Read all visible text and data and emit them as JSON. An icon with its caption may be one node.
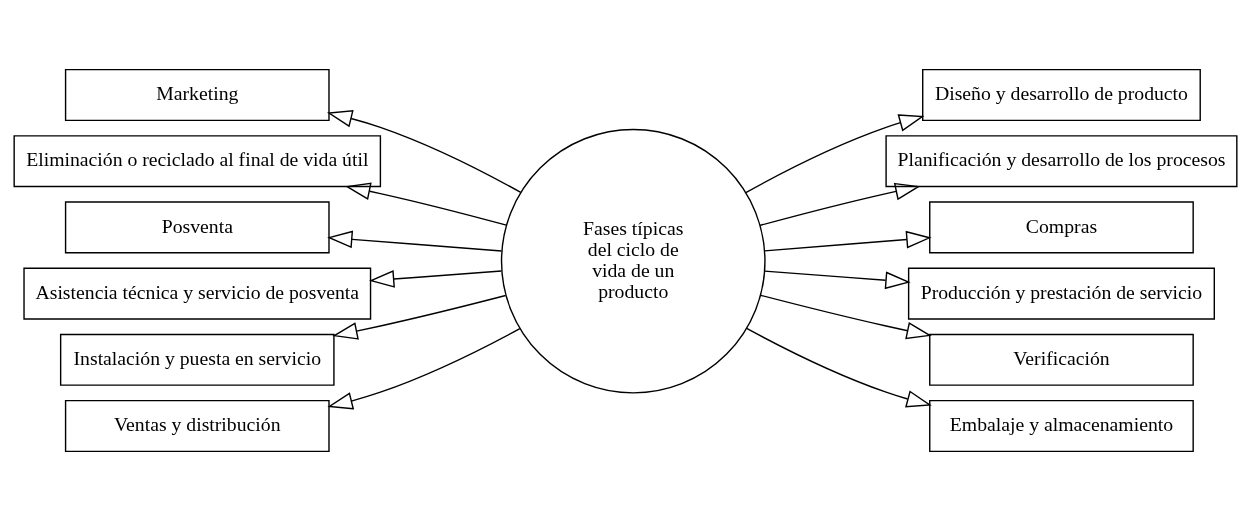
{
  "diagram": {
    "nodes": [
      {
        "text": [
          "Fases típicas del ciclo de vida de un producto"
        ]
      },
      {
        "text": [
          "Marketing"
        ]
      },
      {
        "text": [
          "Eliminación o reciclado al final de vida útil"
        ]
      },
      {
        "text": [
          "Posventa"
        ]
      },
      {
        "text": [
          "Asistencia técnica y servicio de posventa"
        ]
      },
      {
        "text": [
          "Instalación y puesta en servicio"
        ]
      },
      {
        "text": [
          "Ventas y distribución"
        ]
      },
      {
        "text": [
          "Diseño y desarrollo de producto"
        ]
      },
      {
        "text": [
          "Planificación y desarrollo de los procesos"
        ]
      },
      {
        "text": [
          "Compras"
        ]
      },
      {
        "text": [
          "Producción y prestación de servicio"
        ]
      },
      {
        "text": [
          "Verificación"
        ]
      },
      {
        "text": [
          "Embalaje y almacenamiento"
        ]
      }
    ],
    "edges": [
      {
        "from": 0,
        "to": 1,
        "arrow": "to"
      },
      {
        "from": 0,
        "to": 2,
        "arrow": "to"
      },
      {
        "from": 0,
        "to": 3,
        "arrow": "to"
      },
      {
        "from": 0,
        "to": 4,
        "arrow": "to"
      },
      {
        "from": 0,
        "to": 5,
        "arrow": "to"
      },
      {
        "from": 0,
        "to": 6,
        "arrow": "to"
      },
      {
        "from": 0,
        "to": 7,
        "arrow": "to"
      },
      {
        "from": 0,
        "to": 8,
        "arrow": "to"
      },
      {
        "from": 0,
        "to": 9,
        "arrow": "to"
      },
      {
        "from": 0,
        "to": 10,
        "arrow": "to"
      },
      {
        "from": 0,
        "to": 11,
        "arrow": "to"
      },
      {
        "from": 0,
        "to": 12,
        "arrow": "to"
      }
    ]
  }
}
